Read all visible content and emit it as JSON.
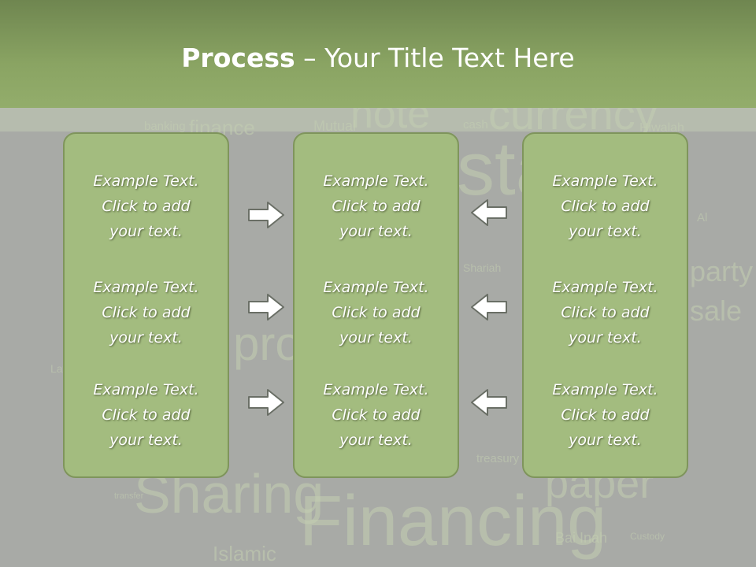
{
  "title": {
    "bold": "Process",
    "rest": " – Your Title Text Here"
  },
  "background_words": [
    "note",
    "currency",
    "finance",
    "banking",
    "Mutual",
    "cash",
    "star",
    "profit",
    "Islamic",
    "Sharing",
    "Financing",
    "paper",
    "treasury",
    "Bai Inah",
    "party",
    "sale",
    "Hiwalah",
    "Al",
    "Shariah",
    "Custody",
    "Lawful",
    "transfer"
  ],
  "columns": [
    {
      "items": [
        {
          "line1": "Example Text.",
          "line2": "Click  to add",
          "line3": "your text."
        },
        {
          "line1": "Example Text.",
          "line2": "Click  to add",
          "line3": "your text."
        },
        {
          "line1": "Example Text.",
          "line2": "Click  to add",
          "line3": "your text."
        }
      ]
    },
    {
      "items": [
        {
          "line1": "Example Text.",
          "line2": "Click  to add",
          "line3": "your text."
        },
        {
          "line1": "Example Text.",
          "line2": "Click  to add",
          "line3": "your text."
        },
        {
          "line1": "Example Text.",
          "line2": "Click  to add",
          "line3": "your text."
        }
      ]
    },
    {
      "items": [
        {
          "line1": "Example Text.",
          "line2": "Click  to add",
          "line3": "your text."
        },
        {
          "line1": "Example Text.",
          "line2": "Click  to add",
          "line3": "your text."
        },
        {
          "line1": "Example Text.",
          "line2": "Click  to add",
          "line3": "your text."
        }
      ]
    }
  ],
  "arrows": {
    "left_group": "right-arrow-icon",
    "right_group": "left-arrow-icon"
  },
  "colors": {
    "header": "#8aa463",
    "panel": "#a3bc7f",
    "panel_border": "#7f955c",
    "background": "#a8aaa6"
  }
}
